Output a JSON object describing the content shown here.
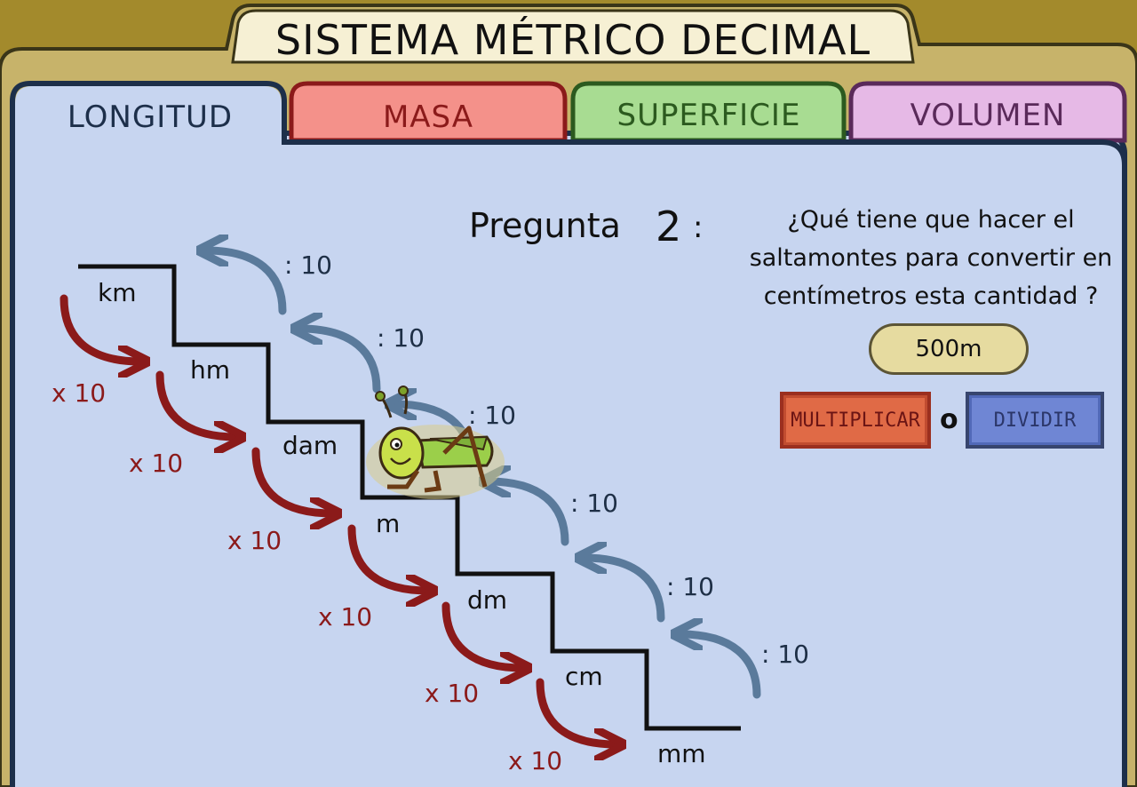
{
  "header": {
    "title": "SISTEMA MÉTRICO DECIMAL"
  },
  "tabs": [
    {
      "label": "LONGITUD",
      "active": true,
      "color": "#c7d5f0",
      "text_color": "#1d2f4a"
    },
    {
      "label": "MASA",
      "active": false,
      "color": "#f4918a",
      "text_color": "#8b1a1a"
    },
    {
      "label": "SUPERFICIE",
      "active": false,
      "color": "#9fd78a",
      "text_color": "#2c5a1f"
    },
    {
      "label": "VOLUMEN",
      "active": false,
      "color": "#e6b9e6",
      "text_color": "#5a2a5a"
    }
  ],
  "stairs": {
    "units": [
      "km",
      "hm",
      "dam",
      "m",
      "dm",
      "cm",
      "mm"
    ],
    "multiply_label": "x 10",
    "divide_label": ": 10",
    "multiply_color": "#8b1a1a",
    "divide_color": "#5a7a9b"
  },
  "question": {
    "label": "Pregunta",
    "number": "2",
    "colon": ":",
    "text": "¿Qué tiene que hacer el saltamontes para convertir en centímetros esta cantidad ?",
    "quantity": "500m"
  },
  "actions": {
    "multiply": "MULTIPLICAR",
    "or": "o",
    "divide": "DIVIDIR"
  },
  "character": {
    "icon": "grasshopper-icon"
  }
}
